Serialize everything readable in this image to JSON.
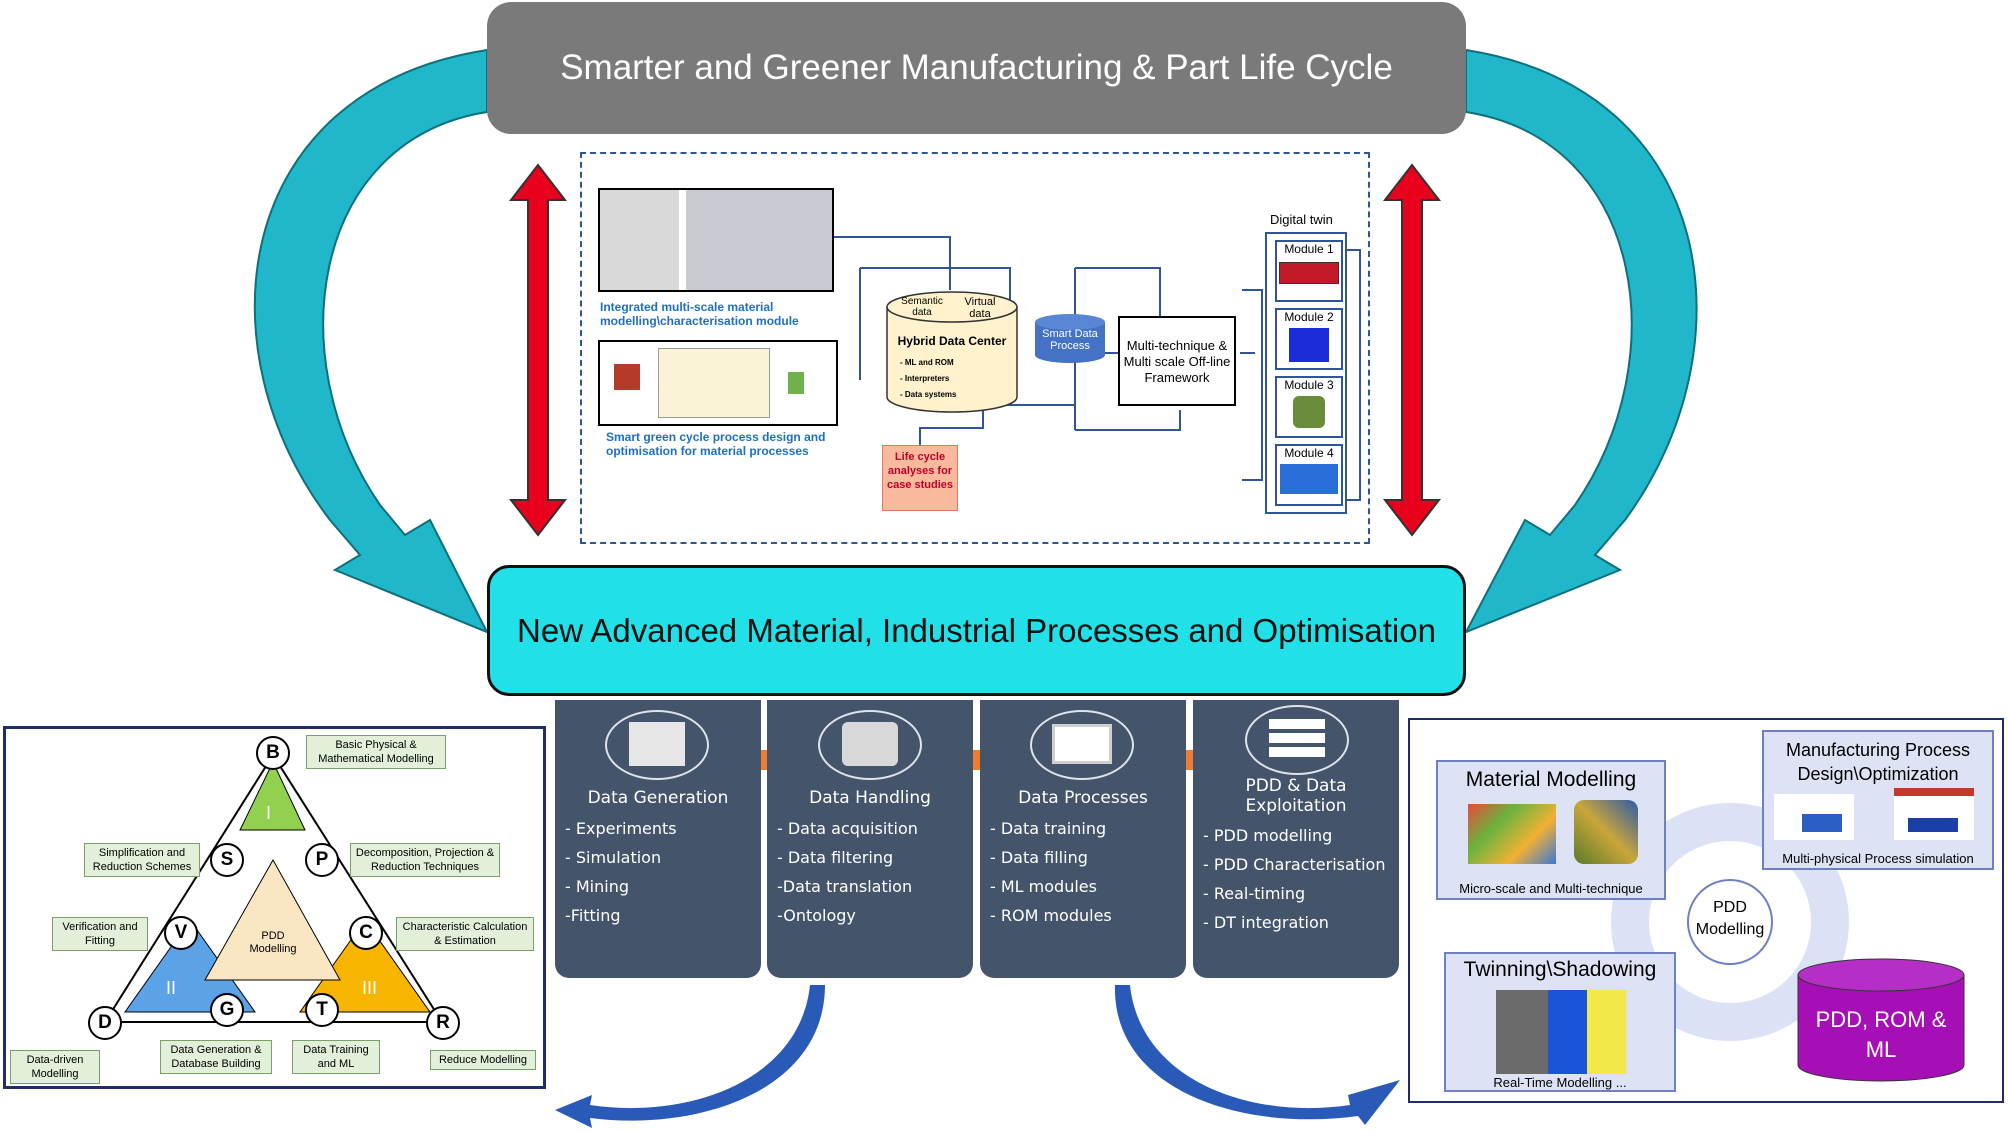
{
  "top_banner": "Smarter and Greener Manufacturing & Part Life Cycle",
  "mid_banner": "New Advanced Material, Industrial Processes and Optimisation",
  "center": {
    "caption_material": "Integrated multi-scale material modelling\\characterisation module",
    "caption_smart_green": "Smart green cycle process design and optimisation for material processes",
    "cyl_semantic": "Semantic data",
    "cyl_virtual": "Virtual data",
    "cyl_title": "Hybrid Data Center",
    "cyl_items": [
      "- ML and ROM",
      "- Interpreters",
      "- Data systems"
    ],
    "smart_data_process": "Smart Data Process",
    "framework": "Multi-technique & Multi scale Off-line Framework",
    "life_cycle": "Life cycle analyses for case studies",
    "digital_twin": "Digital twin",
    "modules": [
      "Module 1",
      "Module 2",
      "Module 3",
      "Module 4"
    ]
  },
  "steps": [
    {
      "title": "Data Generation",
      "items": [
        "- Experiments",
        "- Simulation",
        "- Mining",
        "-Fitting"
      ]
    },
    {
      "title": "Data Handling",
      "items": [
        "- Data acquisition",
        "- Data filtering",
        "-Data translation",
        "-Ontology"
      ]
    },
    {
      "title": "Data Processes",
      "items": [
        "- Data training",
        "- Data filling",
        "- ML modules",
        "- ROM modules"
      ]
    },
    {
      "title": "PDD & Data Exploitation",
      "items": [
        "- PDD modelling",
        "- PDD Characterisation",
        "- Real-timing",
        "- DT integration"
      ]
    }
  ],
  "triangle": {
    "nodes": [
      "B",
      "S",
      "P",
      "V",
      "C",
      "D",
      "G",
      "T",
      "R"
    ],
    "roman": [
      "I",
      "II",
      "III"
    ],
    "center": "PDD Modelling",
    "labels": {
      "basic": "Basic Physical & Mathematical Modelling",
      "simplification": "Simplification and Reduction Schemes",
      "decomposition": "Decomposition, Projection & Reduction Techniques",
      "verification": "Verification and Fitting",
      "characteristic": "Characteristic Calculation & Estimation",
      "data_driven": "Data-driven Modelling",
      "data_generation": "Data Generation & Database Building",
      "data_training": "Data Training and ML",
      "reduce": "Reduce Modelling"
    }
  },
  "right_panel": {
    "material_title": "Material Modelling",
    "material_caption": "Micro-scale and Multi-technique",
    "mfg_title": "Manufacturing Process Design\\Optimization",
    "mfg_caption": "Multi-physical Process simulation",
    "pdd_circle": "PDD Modelling",
    "twin_title": "Twinning\\Shadowing",
    "twin_caption": "Real-Time Modelling ...",
    "cylinder": "PDD, ROM & ML"
  },
  "colors": {
    "cyan": "#21e0e8",
    "teal_arrow": "#1fb7c9",
    "red_arrow": "#e8001c",
    "step_bg": "#44546a",
    "orange_arrow": "#ed7d31",
    "purple_cyl": "#a60fb5"
  }
}
